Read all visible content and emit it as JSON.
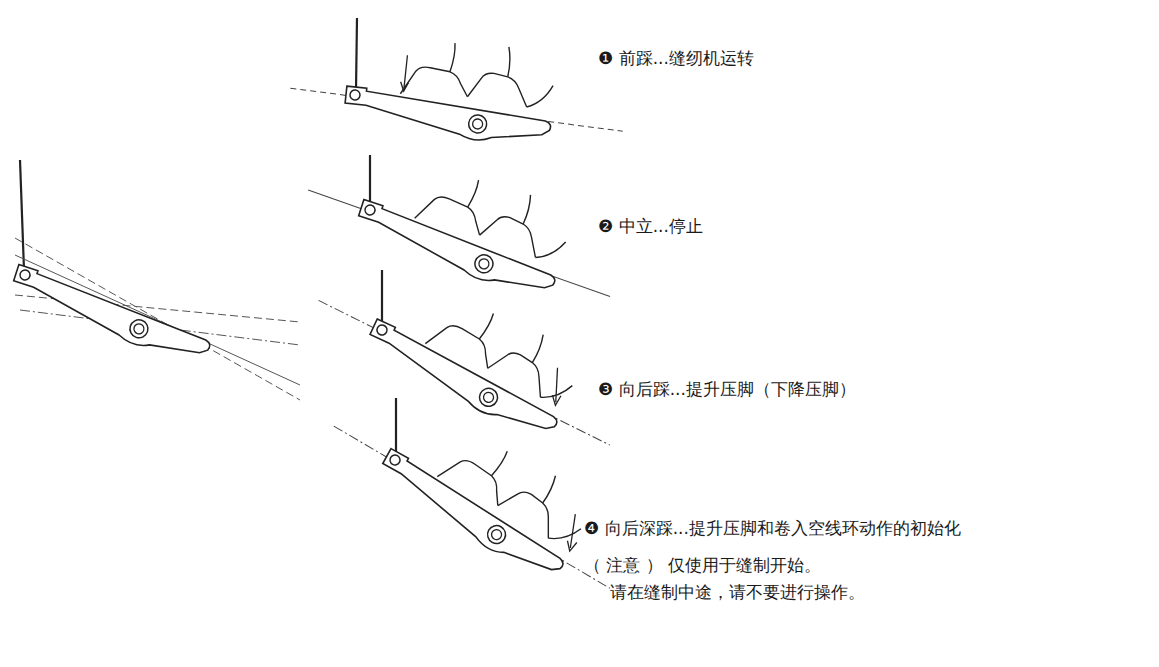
{
  "diagram": {
    "labels": [
      "❶ 前踩...缝纫机运转",
      "❷ 中立...停止",
      "❸ 向后踩...提升压脚（下降压脚）",
      "❹ 向后深踩...提升压脚和卷入空线环动作的初始化",
      "（ 注意 ） 仅使用于缝制开始。",
      "请在缝制中途，请不要进行操作。"
    ]
  }
}
